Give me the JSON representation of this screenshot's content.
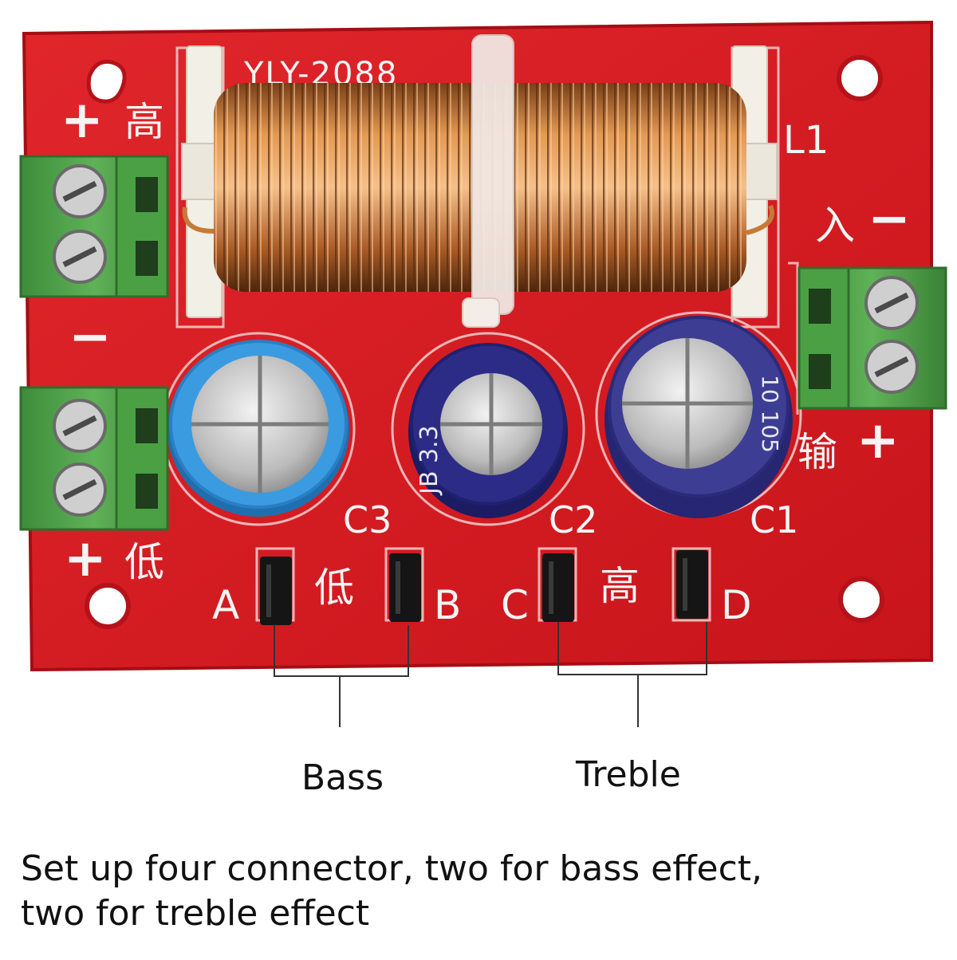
{
  "board": {
    "model": "YLY-2088",
    "inductor_label": "L1",
    "capacitors": [
      {
        "id": "c3",
        "label": "C3",
        "sleeve_color": "#2f8fd6",
        "print": ""
      },
      {
        "id": "c2",
        "label": "C2",
        "sleeve_color": "#28287e",
        "print": "JB 3.3"
      },
      {
        "id": "c1",
        "label": "C1",
        "sleeve_color": "#3a3a8e",
        "print": "10 105"
      }
    ],
    "jumper_pins": [
      "A",
      "B",
      "C",
      "D"
    ],
    "silkscreen_cn": {
      "high": "高",
      "low": "低",
      "input": "入",
      "output": "输"
    },
    "signs": {
      "plus": "+",
      "minus": "−"
    },
    "watermark": "",
    "colors": {
      "pcb": "#d8181f",
      "terminal": "#4f9e48",
      "copper": "#c77a35",
      "silk": "#f4f4f4"
    }
  },
  "callouts": {
    "bass": "Bass",
    "treble": "Treble"
  },
  "caption": {
    "line1": "Set up four connector, two for bass effect,",
    "line2": "two for treble effect"
  }
}
